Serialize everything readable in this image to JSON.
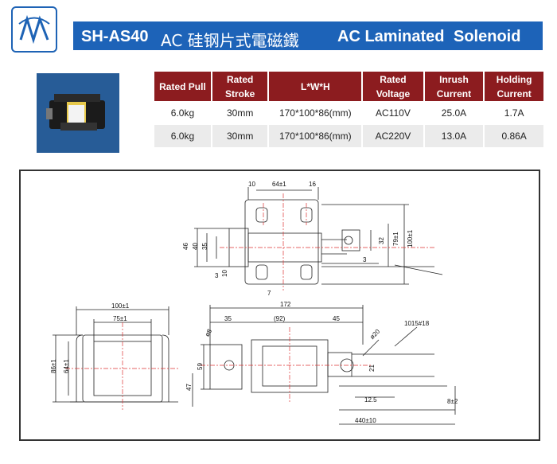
{
  "header": {
    "model": "SH-AS40",
    "title_cn": "AC 硅钢片式電磁鐵",
    "title_en_1": "AC Laminated",
    "title_en_2": "Solenoid",
    "banner_color": "#1d63b8",
    "logo_icon": "company-logo-icon"
  },
  "product_photo": {
    "icon": "solenoid-photo"
  },
  "spec_table": {
    "header_color": "#8c1c1f",
    "columns": [
      [
        "Rated Pull"
      ],
      [
        "Rated",
        "Stroke"
      ],
      [
        "L*W*H"
      ],
      [
        "Rated",
        "Voltage"
      ],
      [
        "Inrush",
        "Current"
      ],
      [
        "Holding",
        "Current"
      ]
    ],
    "rows": [
      [
        "6.0kg",
        "30mm",
        "170*100*86(mm)",
        "AC110V",
        "25.0A",
        "1.7A"
      ],
      [
        "6.0kg",
        "30mm",
        "170*100*86(mm)",
        "AC220V",
        "13.0A",
        "0.86A"
      ]
    ]
  },
  "drawing": {
    "top_view": {
      "dims": [
        "10",
        "64±1",
        "16",
        "46",
        "40",
        "35",
        "3",
        "10",
        "7",
        "32",
        "79±1",
        "100±1",
        "3"
      ]
    },
    "end_view": {
      "dims": [
        "100±1",
        "75±1",
        "86±1",
        "64±1"
      ]
    },
    "side_view": {
      "dims": [
        "172",
        "35",
        "(92)",
        "45",
        "ø8",
        "ø20",
        "1015#18",
        "59",
        "47",
        "21",
        "12.5",
        "8±2",
        "440±10"
      ]
    }
  }
}
